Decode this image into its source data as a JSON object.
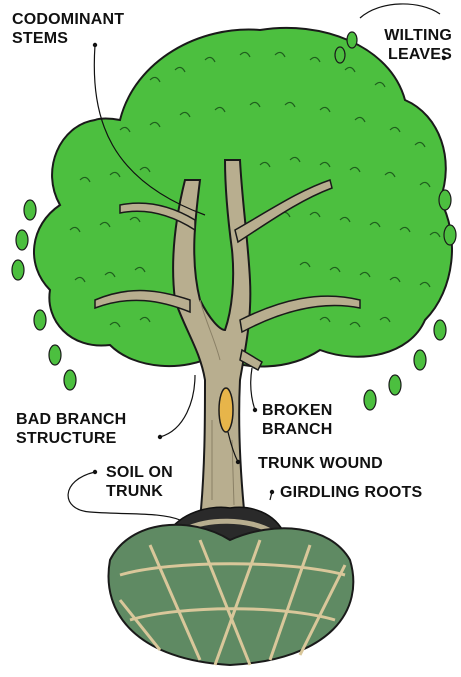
{
  "labels": {
    "codominant_stems": [
      "CODOMINANT",
      "STEMS"
    ],
    "wilting_leaves": [
      "WILTING",
      "LEAVES"
    ],
    "bad_branch_structure": [
      "BAD BRANCH",
      "STRUCTURE"
    ],
    "broken_branch": [
      "BROKEN",
      "BRANCH"
    ],
    "trunk_wound": "TRUNK WOUND",
    "soil_on_trunk": [
      "SOIL ON",
      "TRUNK"
    ],
    "girdling_roots": "GIRDLING ROOTS"
  },
  "colors": {
    "foliage": "#4cbf3f",
    "foliage_dark": "#2f8f2c",
    "bark": "#b8ae8f",
    "bark_dark": "#8a8066",
    "root_ball": "#5f8a63",
    "rope": "#d9c79a",
    "wound": "#e7b54a",
    "ink": "#111111"
  }
}
